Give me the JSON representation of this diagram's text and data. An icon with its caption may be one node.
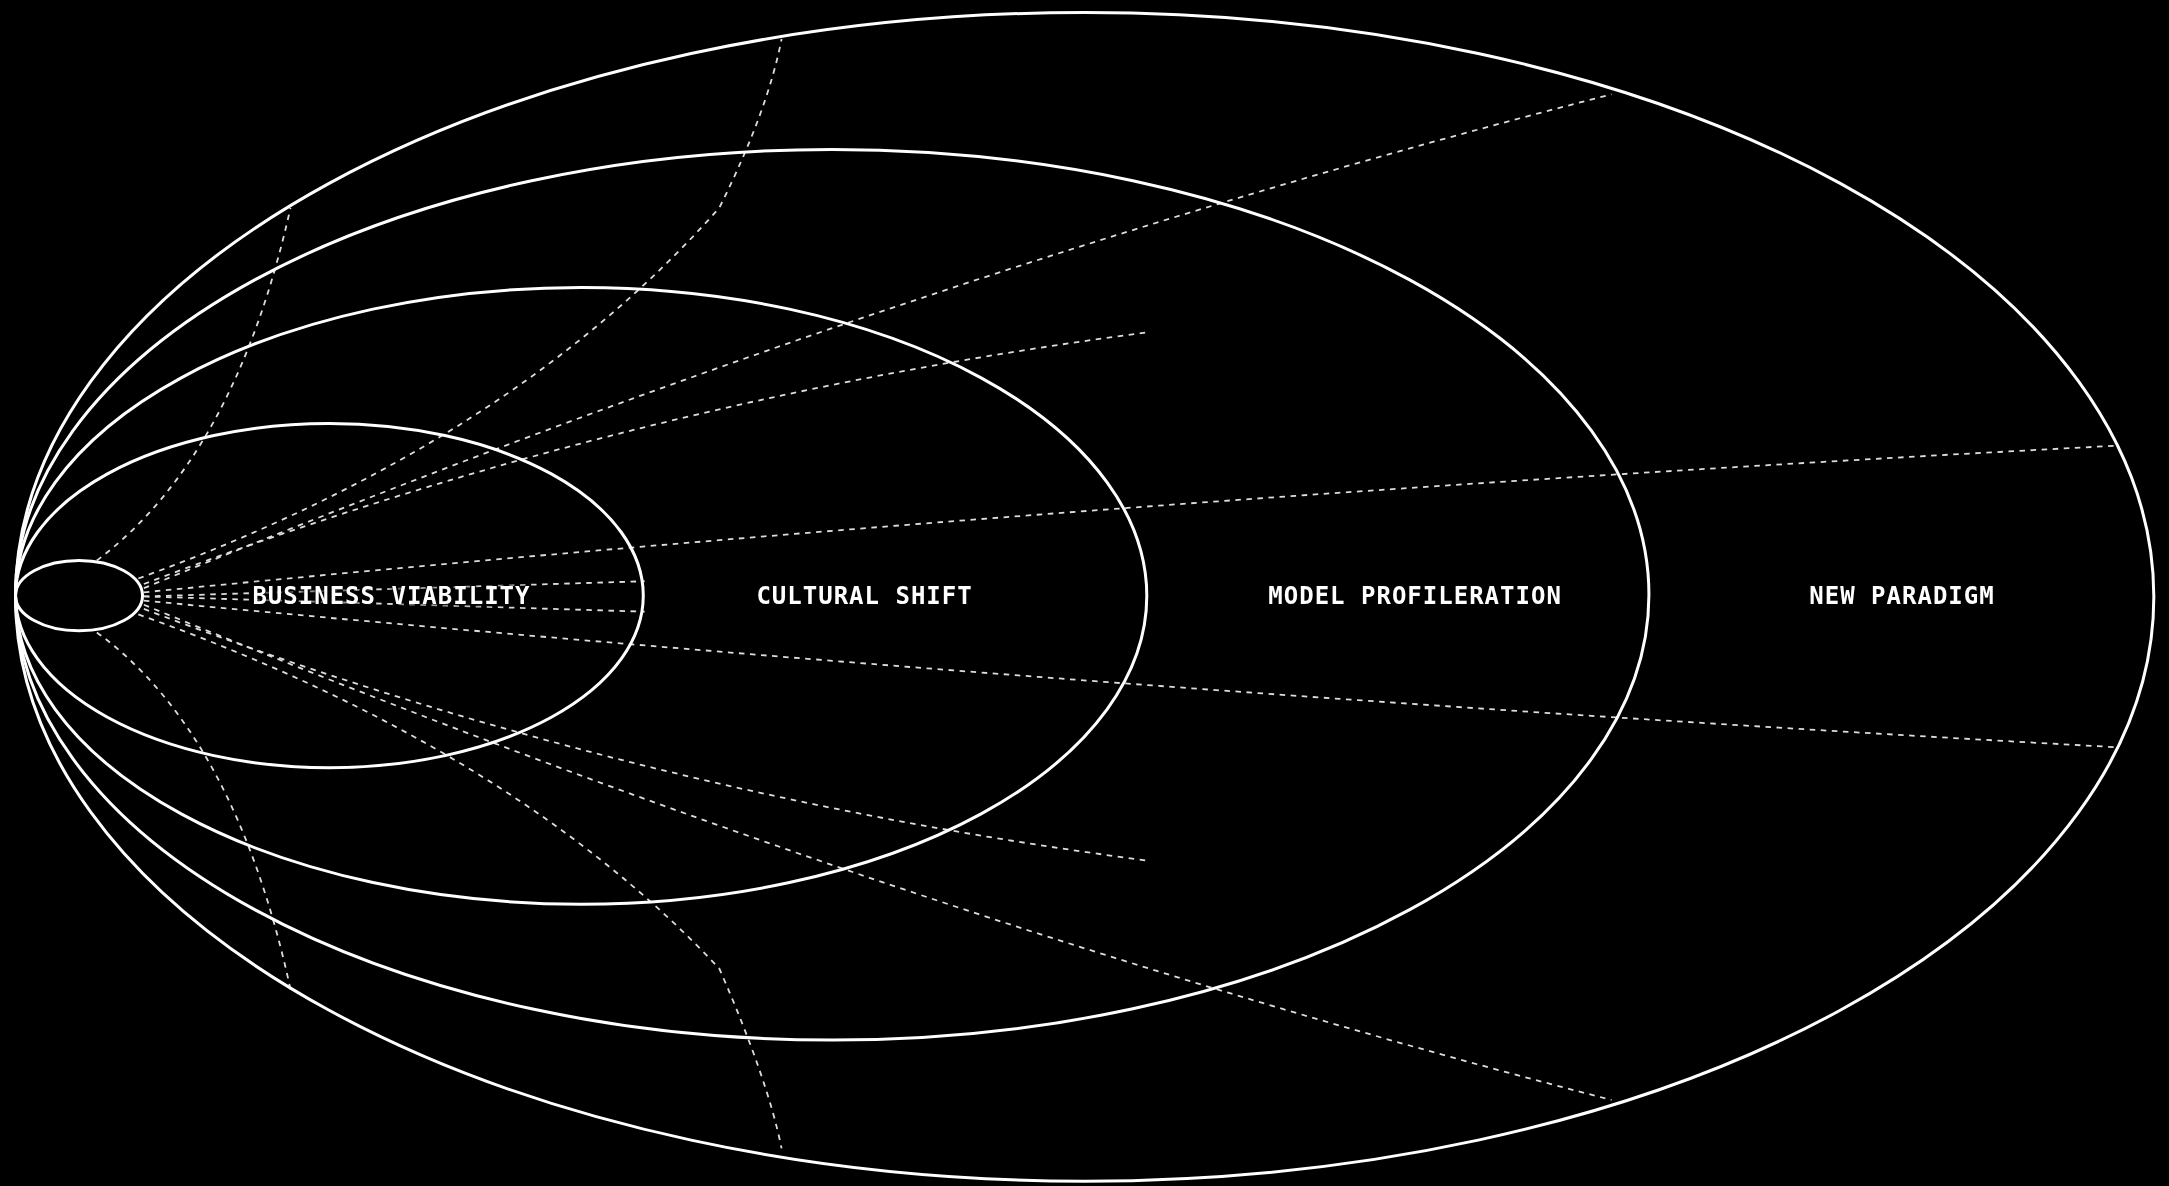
{
  "diagram": {
    "nodes": [
      {
        "text": [
          "NEW PARADIGM"
        ]
      },
      {
        "text": [
          "MODEL PROFILERATION"
        ],
        "in": 0
      },
      {
        "text": [
          "CULTURAL SHIFT"
        ],
        "in": 1
      },
      {
        "text": [
          "BUSINESS VIABILITY"
        ],
        "in": 2
      },
      {
        "text": [],
        "shape": "ellipse",
        "in": 3
      }
    ]
  }
}
